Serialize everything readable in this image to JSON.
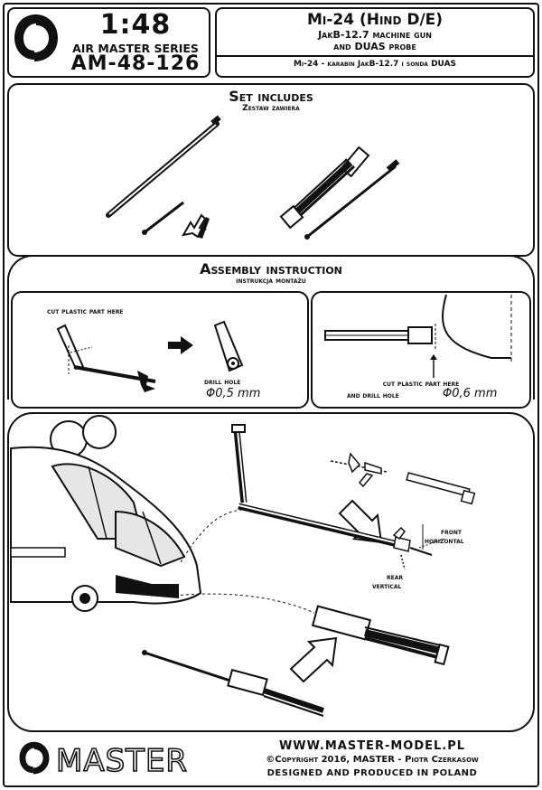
{
  "header": {
    "scale": "1:48",
    "series": "AIR MASTER SERIES",
    "code": "AM-48-126",
    "title": "Mi-24 (Hind D/E)",
    "subtitle_line1": "JakB-12.7 machine gun",
    "subtitle_line2": "and DUAS probe",
    "polish_subtitle": "Mi-24 - karabin JakB-12.7 i sonda DUAS"
  },
  "set_includes": {
    "title": "Set includes",
    "subtitle": "Zestaw zawiera"
  },
  "assembly": {
    "title": "Assembly instruction",
    "subtitle": "instrukcja montażu",
    "left_cut_label": "cut plastic part here",
    "left_drill_label": "drill hole",
    "left_drill_size": "Φ0,5 mm",
    "right_cut_label": "cut plastic part here",
    "right_drill_label": "and drill hole",
    "right_drill_size": "Φ0,6 mm"
  },
  "diagram_labels": {
    "front": "front",
    "horizontal": "horizontal",
    "rear": "rear",
    "vertical": "vertical"
  },
  "footer": {
    "brand": "MASTER",
    "website": "WWW.MASTER-MODEL.PL",
    "copyright": "©Copyright 2016, MASTER - Piotr Czerkasow",
    "designed": "DESIGNED AND PRODUCED IN POLAND"
  }
}
